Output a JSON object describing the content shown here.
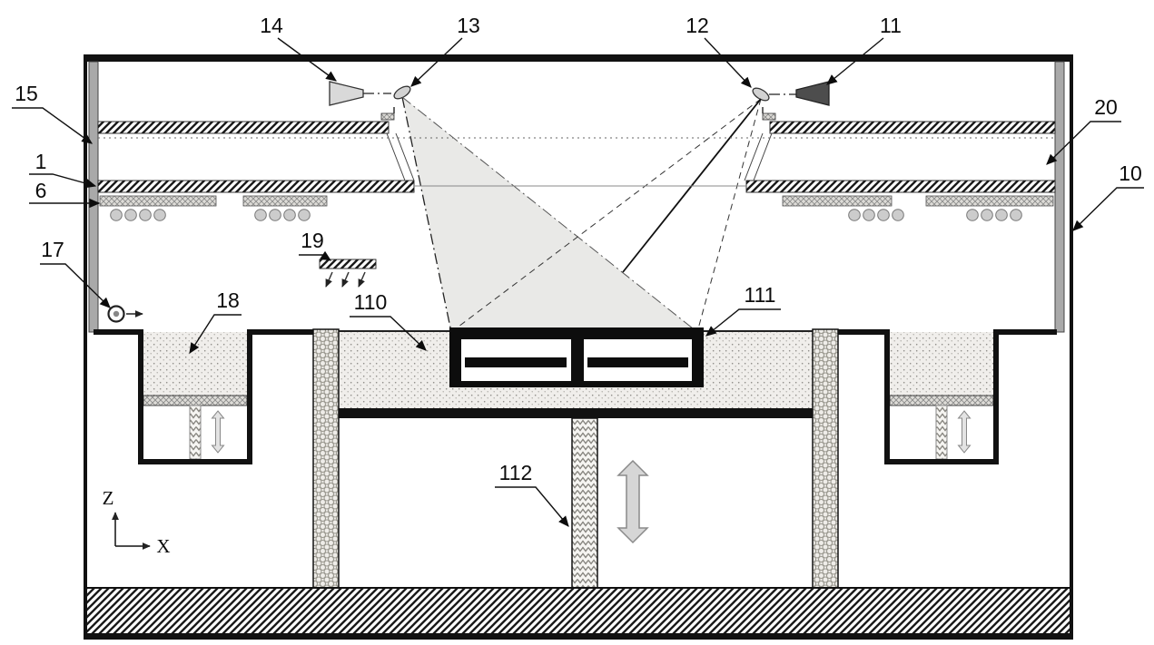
{
  "figure": {
    "kind": "machine-cross-section-diagram",
    "labels": {
      "n1": "1",
      "n6": "6",
      "n10": "10",
      "n11": "11",
      "n12": "12",
      "n13": "13",
      "n14": "14",
      "n15": "15",
      "n17": "17",
      "n18": "18",
      "n19": "19",
      "n20": "20",
      "n110": "110",
      "n111": "111",
      "n112": "112"
    },
    "axis": {
      "z": "Z",
      "x": "X"
    },
    "colors": {
      "wall_gray": "#a9a9a9",
      "beam_fill": "#e9e9e7",
      "dark_cone": "#4d4d4d",
      "motion_arrow": "#d6d6d6"
    }
  }
}
